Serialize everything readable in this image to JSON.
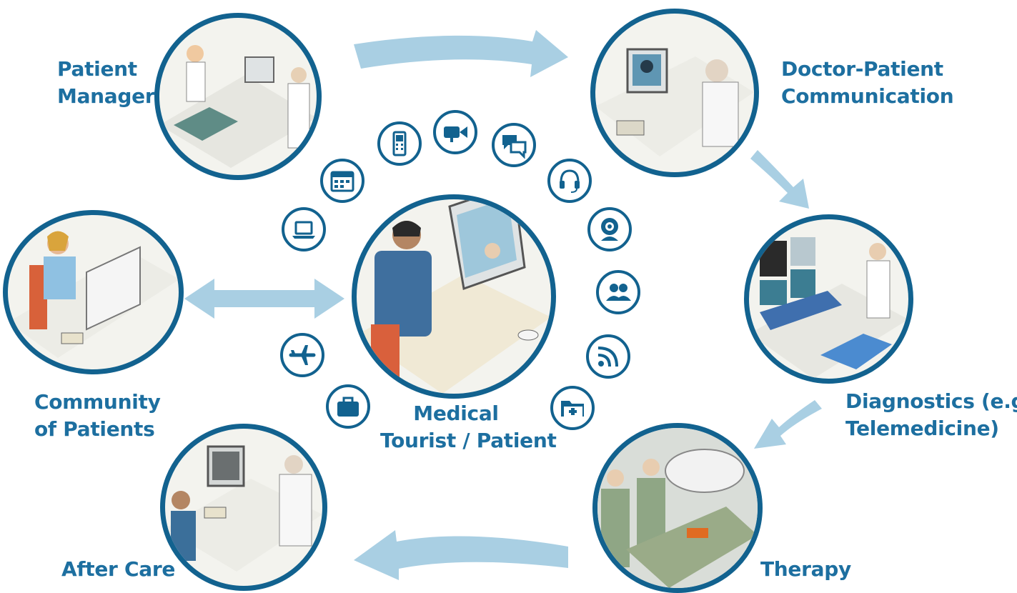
{
  "labels": {
    "patient_manager": [
      "Patient",
      "Manager"
    ],
    "doctor_patient": [
      "Doctor-Patient",
      "Communication"
    ],
    "diagnostics": [
      "Diagnostics (e.g.",
      "Telemedicine)"
    ],
    "therapy": [
      "Therapy"
    ],
    "after_care": [
      "After Care"
    ],
    "community": [
      "Community",
      "of Patients"
    ],
    "medical_tourist": [
      "Medical",
      "Tourist / Patient"
    ]
  },
  "colors": {
    "label": "#1d6fa0",
    "ring": "#12628f",
    "arrow": "#a9cfe3"
  },
  "icons": [
    "calendar-icon",
    "mobile-phone-icon",
    "video-camera-icon",
    "chat-bubbles-icon",
    "headset-icon",
    "webcam-icon",
    "group-icon",
    "rss-feed-icon",
    "medical-folder-icon",
    "laptop-icon",
    "airplane-icon",
    "suitcase-icon"
  ]
}
